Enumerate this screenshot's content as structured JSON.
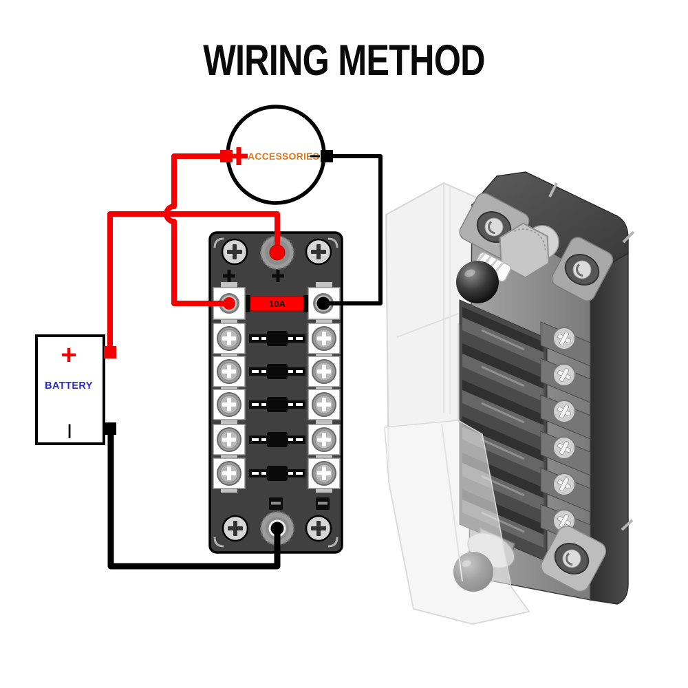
{
  "title": "WIRING METHOD",
  "colors": {
    "wire_positive": "#f50000",
    "wire_negative": "#000000",
    "accessories_text": "#e0761a",
    "battery_text": "#2a2ac8",
    "fuse_body": "#ff0000",
    "block_body": "#404040"
  },
  "accessories": {
    "plus": "+",
    "label": "ACCESSORIES"
  },
  "fuse_box": {
    "fuse_rating": "10A"
  },
  "battery": {
    "plus": "+",
    "label": "BATTERY",
    "minus": "I"
  }
}
